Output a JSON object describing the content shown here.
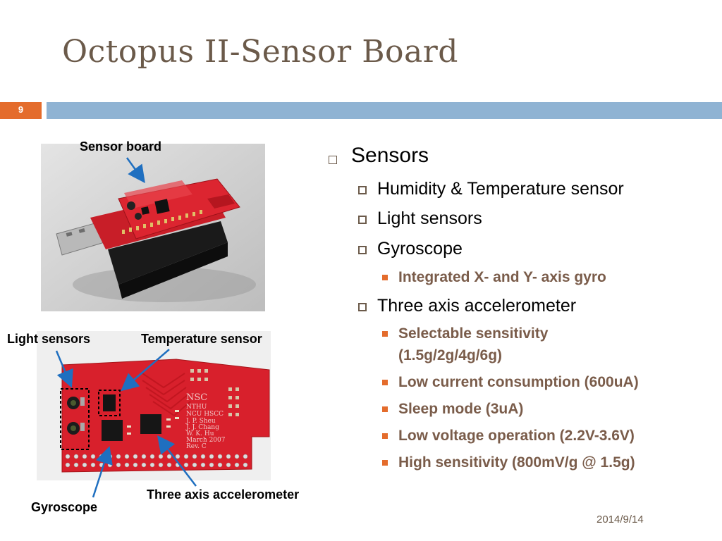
{
  "slide": {
    "title": "Octopus II-Sensor Board",
    "page_number": "9",
    "date": "2014/9/14"
  },
  "captions": {
    "sensor_board": "Sensor board",
    "light_sensors": "Light sensors",
    "temperature_sensor": "Temperature sensor",
    "three_axis_accelerometer": "Three axis accelerometer",
    "gyroscope": "Gyroscope"
  },
  "bullets": {
    "sensors": "Sensors",
    "humidity": "Humidity & Temperature sensor",
    "light": "Light sensors",
    "gyro": "Gyroscope",
    "gyro_sub": [
      "Integrated X- and Y- axis gyro"
    ],
    "accel": "Three axis accelerometer",
    "accel_sub": [
      "Selectable sensitivity",
      "(1.5g/2g/4g/6g)",
      "Low current consumption (600uA)",
      "Sleep mode (3uA)",
      "Low voltage operation (2.2V-3.6V)",
      "High sensitivity (800mV/g @ 1.5g)"
    ]
  },
  "board_silkscreen": [
    "NSC",
    "NTHU",
    "NCU HSCC",
    "J. P. Sheu",
    "J. J. Chang",
    "W. K. Hu",
    "March 2007",
    "Rev. C"
  ],
  "colors": {
    "title": "#6b5a4a",
    "accent_orange": "#e46c2c",
    "accent_blue": "#8fb3d3",
    "sub_bullet_text": "#7a5c4a",
    "board_red": "#d8202c",
    "arrow_blue": "#1f6fc0"
  }
}
